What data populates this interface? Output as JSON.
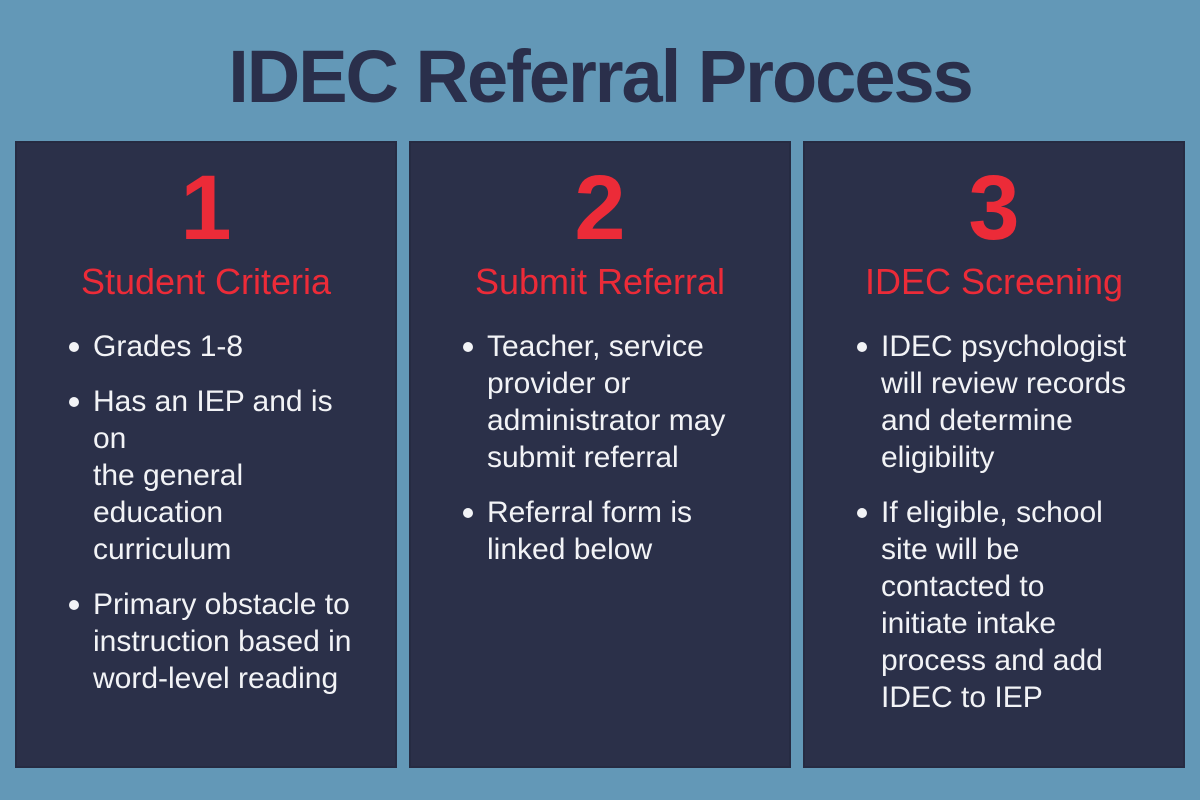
{
  "page": {
    "title": "IDEC Referral Process"
  },
  "colors": {
    "background": "#6398B7",
    "card": "#2B3049",
    "card_border": "#262B42",
    "accent_red": "#EC2B38",
    "title_navy": "#2A2F4B",
    "text_white": "#F2F3F6"
  },
  "cards": [
    {
      "number": "1",
      "heading": "Student Criteria",
      "bullets": [
        "Grades 1-8",
        "Has an IEP and is on\nthe general\neducation\ncurriculum",
        "Primary obstacle to\ninstruction based in\nword-level reading"
      ]
    },
    {
      "number": "2",
      "heading": "Submit Referral",
      "bullets": [
        "Teacher, service\nprovider or\nadministrator may\nsubmit referral",
        "Referral form is\nlinked below"
      ]
    },
    {
      "number": "3",
      "heading": "IDEC Screening",
      "bullets": [
        "IDEC psychologist\nwill review records\nand determine\neligibility",
        "If eligible, school\nsite will be\ncontacted to\ninitiate intake\nprocess and add\nIDEC to IEP"
      ]
    }
  ]
}
